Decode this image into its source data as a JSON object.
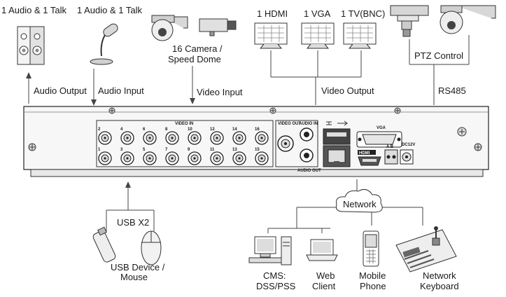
{
  "top_labels": {
    "audio_talk_1": "1 Audio & 1 Talk",
    "audio_talk_2": "1 Audio & 1 Talk",
    "camera": "16 Camera /",
    "camera_line2": "Speed Dome",
    "hdmi": "1 HDMI",
    "vga": "1 VGA",
    "tv": "1 TV(BNC)",
    "ptz": "PTZ Control"
  },
  "connection_labels": {
    "audio_output": "Audio  Output",
    "audio_input": "Audio  Input",
    "video_input": "Video Input",
    "video_output": "Video Output",
    "rs485": "RS485"
  },
  "panel_labels": {
    "video_in": "VIDEO IN",
    "video_out": "VIDEO OUT",
    "audio_in": "AUDIO IN",
    "audio_out": "AUDIO OUT",
    "vga_port": "VGA",
    "hdmi_port": "HDMI",
    "ab": "A B",
    "dc12v": "DC12V"
  },
  "bnc_numbers_top": [
    "2",
    "4",
    "6",
    "8",
    "10",
    "12",
    "14",
    "16"
  ],
  "bnc_numbers_bottom": [
    "1",
    "3",
    "5",
    "7",
    "9",
    "11",
    "13",
    "15"
  ],
  "bottom_labels": {
    "usb": "USB X2",
    "usb_device": "USB Device /",
    "usb_device_line2": "Mouse",
    "network": "Network",
    "cms": "CMS:",
    "cms_line2": "DSS/PSS",
    "web": "Web",
    "web_line2": "Client",
    "mobile": "Mobile",
    "mobile_line2": "Phone",
    "keyboard": "Network",
    "keyboard_line2": "Keyboard"
  }
}
